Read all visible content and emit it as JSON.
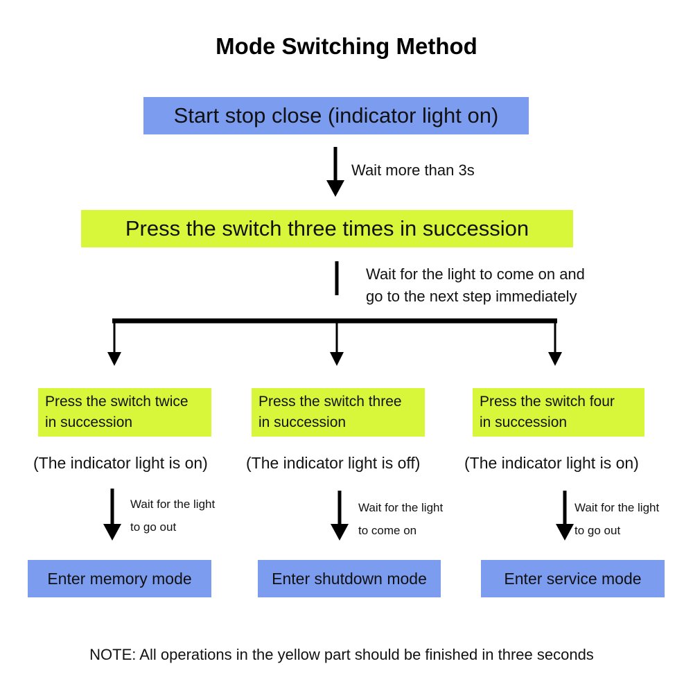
{
  "title": "Mode Switching Method",
  "start_box": "Start stop close (indicator light on)",
  "wait_3s": "Wait more than 3s",
  "press_three_times": "Press the switch three times in succession",
  "wait_light_on": {
    "line1": "Wait for the light to come on and",
    "line2": "go to the next step immediately"
  },
  "branches": [
    {
      "press_line1": "Press the switch twice",
      "press_line2": "in succession",
      "status": "(The indicator light is on)",
      "wait_line1": "Wait for the light",
      "wait_line2": "to go out",
      "mode": "Enter memory mode"
    },
    {
      "press_line1": "Press the switch three",
      "press_line2": "in succession",
      "status": "(The indicator light is off)",
      "wait_line1": "Wait for the light",
      "wait_line2": "to come on",
      "mode": "Enter shutdown mode"
    },
    {
      "press_line1": "Press the switch four",
      "press_line2": "in succession",
      "status": "(The indicator light is on)",
      "wait_line1": "Wait for the light",
      "wait_line2": "to go out",
      "mode": "Enter service mode"
    }
  ],
  "note": "NOTE: All operations in the yellow part should be finished in three seconds",
  "colors": {
    "blue_box": "#7c9cf0",
    "yellow_box": "#d9f73a",
    "lines": "#000000"
  }
}
